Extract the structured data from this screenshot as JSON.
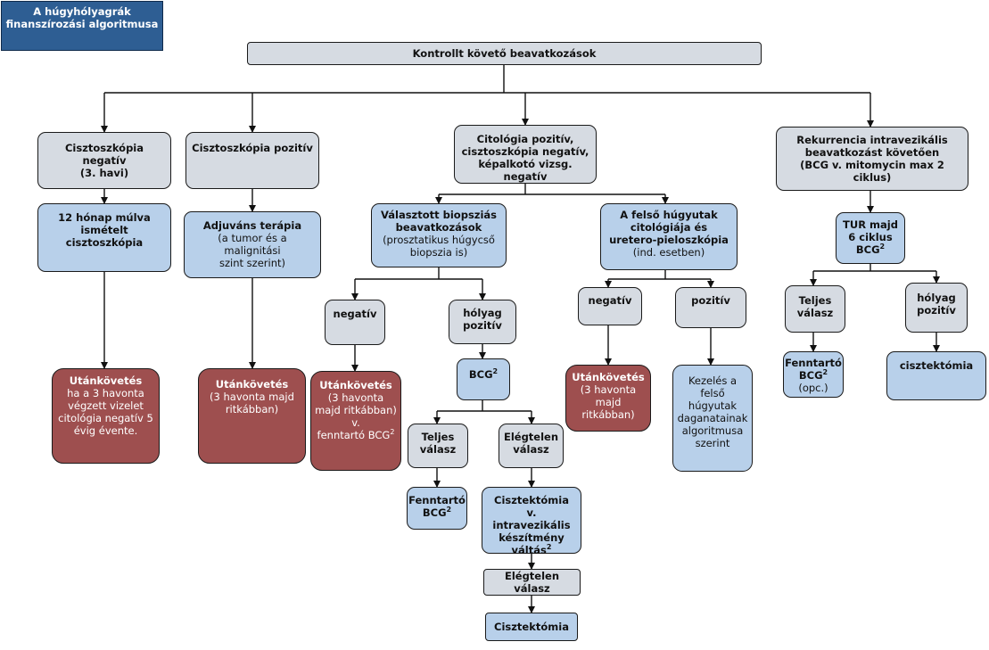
{
  "title": [
    "A húgyhólyagrák",
    "finanszírozási algoritmusa"
  ],
  "root": "Kontrollt követő beavatkozások",
  "col1": {
    "a": [
      "Ciszto­szkópia negatív",
      "(3. havi)"
    ],
    "b": [
      "12 hónap múlva",
      "ismételt cisztoszkópia"
    ],
    "c_head": "Utánkövetés",
    "c": [
      "ha a 3 havonta",
      "végzett vizelet",
      "citológia negatív 5",
      "évig évente."
    ]
  },
  "col2": {
    "a": "Cisztoszkópia pozitív",
    "b_head": "Adjuváns terápia",
    "b": [
      "(a tumor és a malignitási",
      "szint szerint)"
    ],
    "c_head": "Utánkövetés",
    "c": [
      "(3 havonta majd",
      "ritkábban)"
    ]
  },
  "col3": {
    "a": [
      "Citológia pozitív,",
      "cisztoszkópia negatív,",
      "képalkotó vizsg. negatív"
    ],
    "left": {
      "head": [
        "Választott biopsziás",
        "beavatkozások"
      ],
      "sub": [
        "(prosztatikus húgycső",
        "biopszia is)"
      ],
      "neg": "negatív",
      "neg_follow_head": "Utánkövetés",
      "neg_follow": [
        "(3 havonta",
        "majd ritkábban)",
        "v.",
        "fenntartó BCG"
      ],
      "pos": [
        "hólyag",
        "pozitív"
      ],
      "bcg": "BCG",
      "full": [
        "Teljes",
        "válasz"
      ],
      "full_next": [
        "Fenntartó",
        "BCG"
      ],
      "insuff": [
        "Elégtelen",
        "válasz"
      ],
      "cyst": [
        "Cisztektómia",
        "v. intravezikális",
        "készítmény",
        "váltás"
      ],
      "insuff2": "Elégtelen válasz",
      "cyst2": "Cisztektómia"
    },
    "right": {
      "head": [
        "A felső húgyutak",
        "citológiája és",
        "uretero-pieloszkópia"
      ],
      "sub": "(ind. esetben)",
      "neg": "negatív",
      "neg_follow_head": "Utánkövetés",
      "neg_follow": [
        "(3 havonta",
        "majd",
        "ritkábban)"
      ],
      "pos": "pozitív",
      "pos_follow": [
        "Kezelés a",
        "felső",
        "húgyutak",
        "daganatainak",
        "algoritmusa",
        "szerint"
      ]
    }
  },
  "col4": {
    "a": [
      "Rekurrencia intravezikális",
      "beavatkozást követően",
      "(BCG v. mitomycin max 2",
      "ciklus)"
    ],
    "b": [
      "TUR majd",
      "6 ciklus",
      "BCG"
    ],
    "full": [
      "Teljes",
      "válasz"
    ],
    "full_next": [
      "Fenntartó",
      "BCG"
    ],
    "full_next_sub": "(opc.)",
    "pos": [
      "hólyag",
      "pozitív"
    ],
    "pos_next": "cisztektómia"
  },
  "footnote_mark": "2",
  "colors": {
    "grey": "#d6dbe2",
    "blue": "#b8d0ea",
    "red": "#9e4f4f",
    "title": "#2e5e93"
  }
}
